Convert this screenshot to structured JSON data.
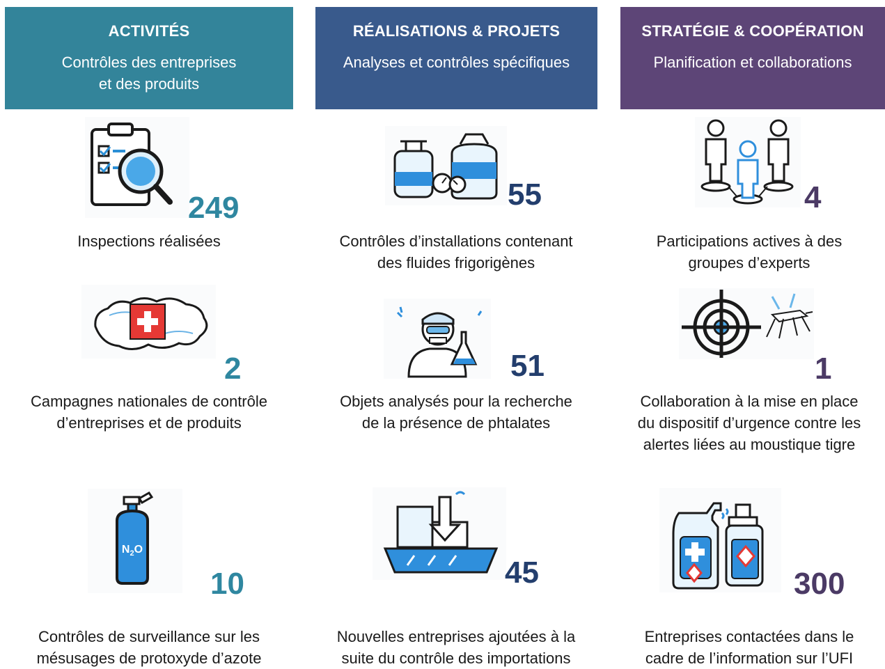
{
  "columns": [
    {
      "title": "ACTIVITÉS",
      "subtitle": "Contrôles des entreprises\net des produits",
      "color": "#33849a",
      "items": [
        {
          "value": "249",
          "caption": "Inspections réalisées",
          "icon": "clipboard-magnifier-icon"
        },
        {
          "value": "2",
          "caption": "Campagnes nationales de contrôle\nd’entreprises et de produits",
          "icon": "swiss-map-flag-icon"
        },
        {
          "value": "10",
          "caption": "Contrôles de surveillance sur les\nmésusages de protoxyde d’azote",
          "icon": "n2o-cylinder-icon",
          "cylinder_label": "N2O"
        }
      ]
    },
    {
      "title": "RÉALISATIONS & PROJETS",
      "subtitle": "Analyses et contrôles spécifiques",
      "color": "#395a8c",
      "items": [
        {
          "value": "55",
          "caption": "Contrôles d’installations contenant\ndes fluides frigorigènes",
          "icon": "refrigerant-tanks-icon"
        },
        {
          "value": "51",
          "caption": "Objets analysés pour la recherche\nde la présence de phtalates",
          "icon": "lab-scientist-icon"
        },
        {
          "value": "45",
          "caption": "Nouvelles entreprises ajoutées à la\nsuite du contrôle des importations",
          "icon": "cargo-ship-import-icon"
        }
      ]
    },
    {
      "title": "STRATÉGIE & COOPÉRATION",
      "subtitle": "Planification et collaborations",
      "color": "#5d4577",
      "items": [
        {
          "value": "4",
          "caption": "Participations actives à des\ngroupes d’experts",
          "icon": "people-network-icon"
        },
        {
          "value": "1",
          "caption": "Collaboration à la mise en place\ndu dispositif d’urgence contre les\nalertes liées au moustique tigre",
          "icon": "target-mosquito-icon"
        },
        {
          "value": "300",
          "caption": "Entreprises contactées dans le\ncadre de l’information sur l’UFI",
          "icon": "chemical-bottles-icon"
        }
      ]
    }
  ]
}
